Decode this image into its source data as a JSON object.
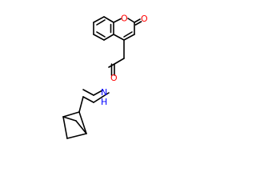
{
  "molecule": {
    "atoms": {
      "ring_oxygen": {
        "symbol": "O",
        "color": "#ff0000"
      },
      "lactone_carbonyl_oxygen": {
        "symbol": "O",
        "color": "#ff0000"
      },
      "amide_carbonyl_oxygen": {
        "symbol": "O",
        "color": "#ff0000"
      },
      "amide_nitrogen": {
        "symbol": "N",
        "color": "#0000ff"
      },
      "amide_hydrogen": {
        "symbol": "H",
        "color": "#0000ff"
      }
    },
    "bond_color": "#000000",
    "background": "#ffffff"
  }
}
